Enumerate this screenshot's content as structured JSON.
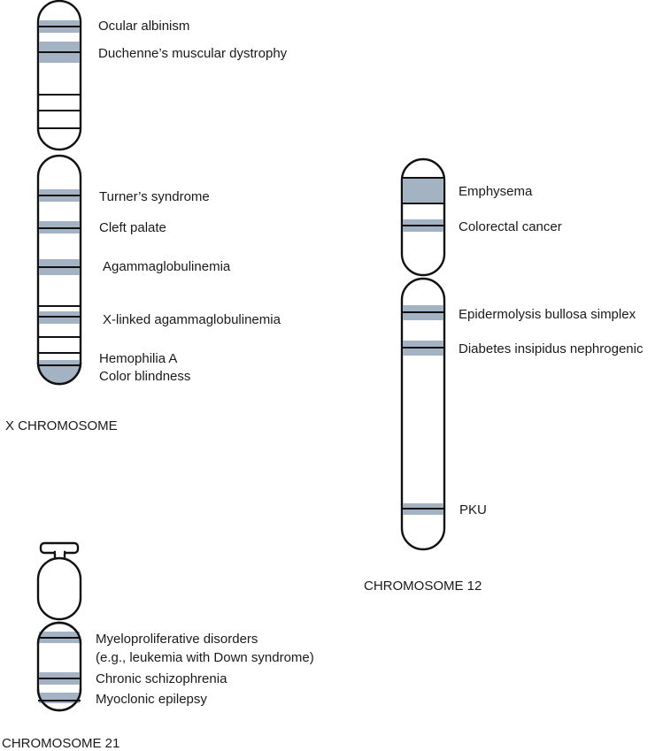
{
  "colors": {
    "band_fill": "#a3b3c4",
    "outline": "#111111",
    "background": "#ffffff",
    "text": "#1a1a1a"
  },
  "chromosomes": [
    {
      "id": "x",
      "title": "X CHROMOSOME",
      "labels": [
        {
          "text": "Ocular albinism"
        },
        {
          "text": "Duchenne’s muscular dystrophy"
        },
        {
          "text": "Turner’s syndrome"
        },
        {
          "text": "Cleft palate"
        },
        {
          "text": "Agammaglobulinemia"
        },
        {
          "text": "X-linked agammaglobulinemia"
        },
        {
          "text": "Hemophilia A"
        },
        {
          "text": "Color blindness"
        }
      ]
    },
    {
      "id": "12",
      "title": "CHROMOSOME 12",
      "labels": [
        {
          "text": "Emphysema"
        },
        {
          "text": "Colorectal cancer"
        },
        {
          "text": "Epidermolysis bullosa simplex"
        },
        {
          "text": "Diabetes insipidus nephrogenic"
        },
        {
          "text": "PKU"
        }
      ]
    },
    {
      "id": "21",
      "title": "CHROMOSOME 21",
      "labels": [
        {
          "text": "Myeloproliferative disorders"
        },
        {
          "text": "(e.g., leukemia with Down syndrome)"
        },
        {
          "text": "Chronic schizophrenia"
        },
        {
          "text": "Myoclonic epilepsy"
        }
      ]
    }
  ]
}
